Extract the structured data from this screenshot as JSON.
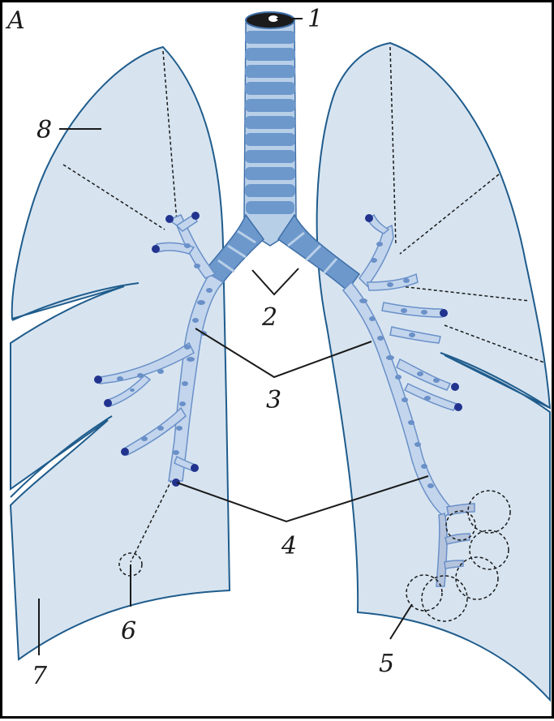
{
  "panel_label": "A",
  "labels": {
    "l1": "1",
    "l2": "2",
    "l3": "3",
    "l4": "4",
    "l5": "5",
    "l6": "6",
    "l7": "7",
    "l8": "8"
  },
  "colors": {
    "lung_fill": "#d7e4f0",
    "lung_outline": "#1f5c8c",
    "trachea": "#6d98cc",
    "trachea_ring_gap": "#b8cfe8",
    "bronchus_fill": "#c3d5ec",
    "cartilage": "#6a90c8",
    "bronchiole_tip": "#22338f",
    "leader": "#1a1a1a"
  }
}
